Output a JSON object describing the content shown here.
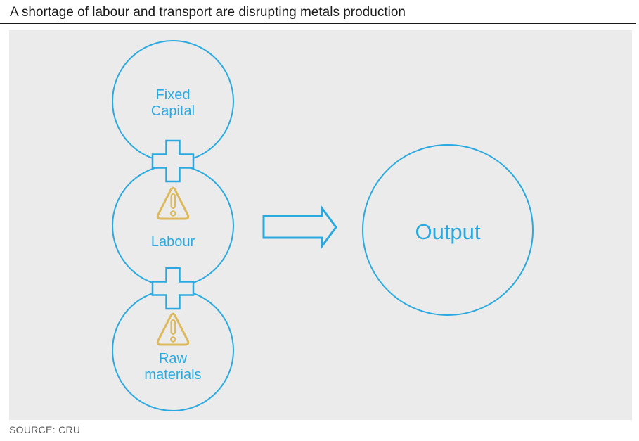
{
  "header": {
    "title": "A shortage of labour and transport are disrupting metals production"
  },
  "diagram": {
    "input_nodes": [
      {
        "id": "fixed-capital",
        "lines": [
          "Fixed",
          "Capital"
        ],
        "warning": false
      },
      {
        "id": "labour",
        "lines": [
          "Labour"
        ],
        "warning": true
      },
      {
        "id": "raw-materials",
        "lines": [
          "Raw",
          "materials"
        ],
        "warning": true
      }
    ],
    "output_node": {
      "label": "Output"
    },
    "operators": {
      "combine_icon": "plus",
      "result_icon": "arrow-right",
      "warning_icon": "warning-triangle-exclamation"
    }
  },
  "footer": {
    "source": "SOURCE: CRU"
  },
  "colors": {
    "accent_blue": "#29a9e0",
    "warning_gold": "#ddb95e",
    "panel_bg": "#ebebeb",
    "title_text": "#1a1a1a",
    "source_text": "#58595b"
  }
}
